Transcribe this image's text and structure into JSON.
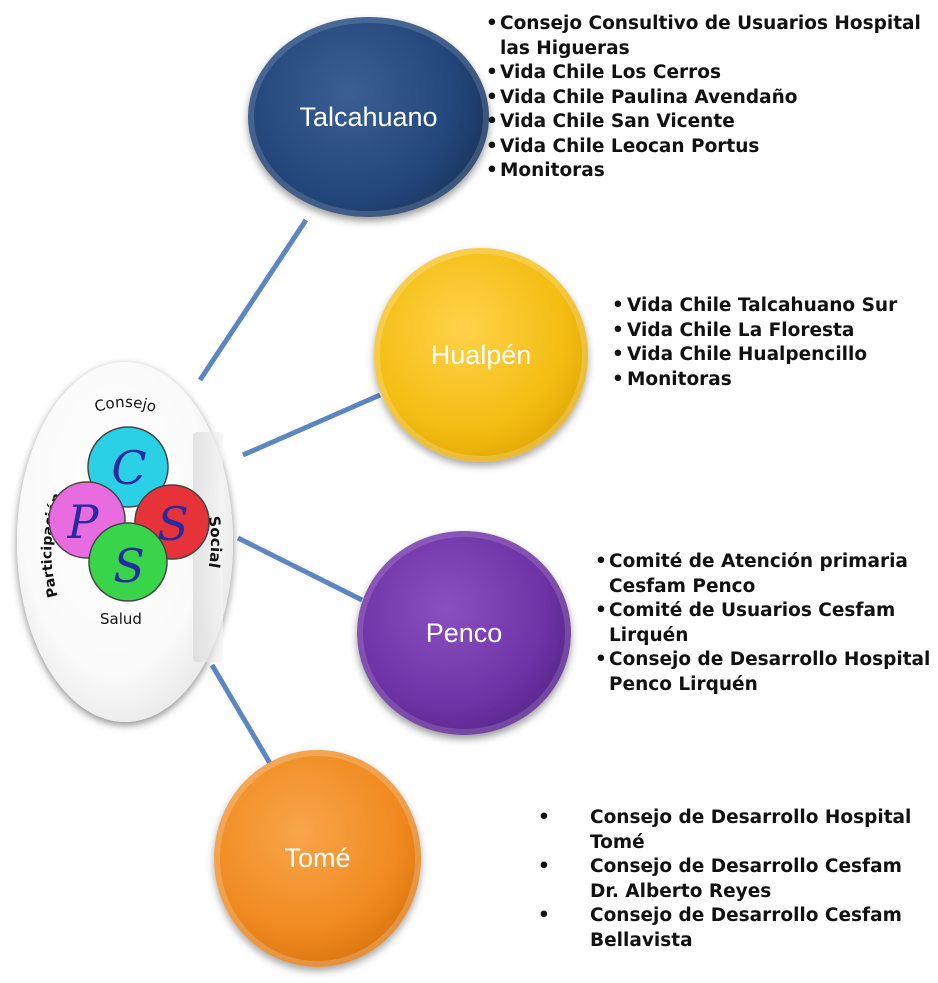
{
  "hub": {
    "words": {
      "top": "Consejo",
      "left": "Participación",
      "right": "Social",
      "bottom": "Salud"
    },
    "letters": {
      "top": "C",
      "left": "P",
      "right": "S",
      "bottom": "S"
    },
    "colors": {
      "cyan": "#2ad0e6",
      "magenta": "#e86ce0",
      "red": "#e8323a",
      "green": "#38d44a",
      "letter": "#2a2aa0"
    }
  },
  "branches": [
    {
      "title": "Talcahuano",
      "color": "#23477b",
      "bullet": "•",
      "items": [
        "Consejo Consultivo de Usuarios Hospital las Higueras",
        "Vida Chile Los Cerros",
        "Vida Chile Paulina Avendaño",
        "Vida Chile San Vicente",
        "Vida Chile Leocan Portus",
        "Monitoras"
      ]
    },
    {
      "title": "Hualpén",
      "color": "#f4bd12",
      "bullet": "•",
      "items": [
        "Vida Chile Talcahuano Sur",
        "Vida Chile La Floresta",
        "Vida Chile Hualpencillo",
        "Monitoras"
      ]
    },
    {
      "title": "Penco",
      "color": "#6e33a6",
      "bullet": "•",
      "items": [
        "Comité de Atención primaria Cesfam Penco",
        "Comité de Usuarios Cesfam Lirquén",
        "Consejo de Desarrollo Hospital Penco Lirquén"
      ]
    },
    {
      "title": "Tomé",
      "color": "#f08a1f",
      "bullet": "•",
      "items": [
        "Consejo de Desarrollo Hospital Tomé",
        "Consejo de Desarrollo Cesfam Dr. Alberto Reyes",
        "Consejo de Desarrollo Cesfam Bellavista"
      ]
    }
  ],
  "connector_color": "#5b86c0"
}
